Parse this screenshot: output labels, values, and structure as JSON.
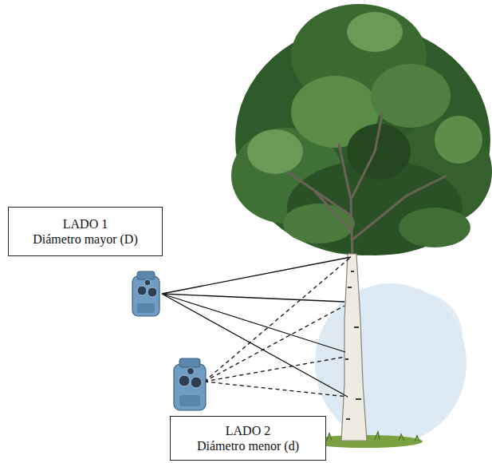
{
  "diagram": {
    "nodes": [
      {
        "text": [
          "LADO 1",
          "Diámetro mayor (D)"
        ]
      },
      {
        "text": [
          "LADO 2",
          "Diámetro menor (d)"
        ]
      }
    ]
  }
}
